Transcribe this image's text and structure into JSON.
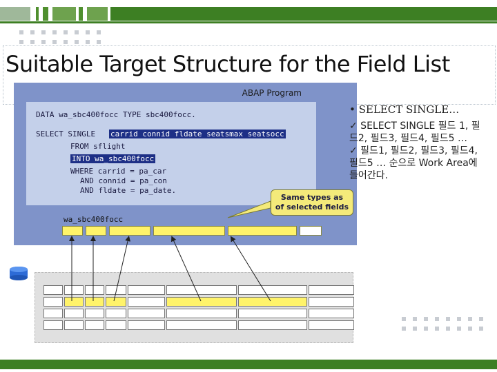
{
  "slide": {
    "title": "Suitable Target Structure for the Field List"
  },
  "figure": {
    "window_title": "ABAP Program",
    "code": {
      "line1": "DATA wa_sbc400focc TYPE sbc400focc.",
      "line2_kw": "SELECT SINGLE",
      "line2_fields": "carrid connid fldate seatsmax seatsocc",
      "line3": "FROM sflight",
      "line4": "INTO wa_sbc400focc",
      "line5": "WHERE carrid = pa_car",
      "line6": "AND connid = pa_con",
      "line7": "AND fldate = pa_date."
    },
    "callout_line1": "Same types as",
    "callout_line2": "of selected fields",
    "workarea_label": "wa_sbc400focc",
    "database_icon": "database-icon"
  },
  "bullets": {
    "main": "• SELECT SINGLE…",
    "sub1": "✓ SELECT SINGLE 필드 1, 필드2, 필드3, 필드4, 필드5 …",
    "sub2": "✓ 필드1, 필드2, 필드3, 필드4, 필드5 … 순으로 Work Area에 들어간다."
  },
  "colors": {
    "brand_green": "#3d7f23",
    "figure_bg": "#7f93c9",
    "code_bg": "#c4d0ea",
    "highlight": "#1d2f86",
    "field_yellow": "#fff36a"
  }
}
